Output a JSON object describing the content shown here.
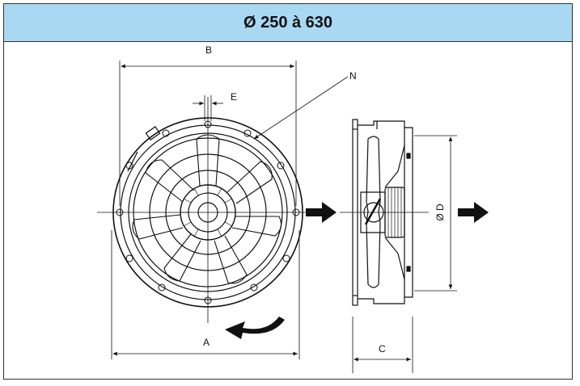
{
  "header": {
    "title": "Ø 250 à 630"
  },
  "labels": {
    "a": "A",
    "b": "B",
    "c": "C",
    "d": "Ø D",
    "e": "E",
    "n": "N"
  },
  "colors": {
    "header_bg": "#a9d8f3",
    "line": "#111111"
  }
}
